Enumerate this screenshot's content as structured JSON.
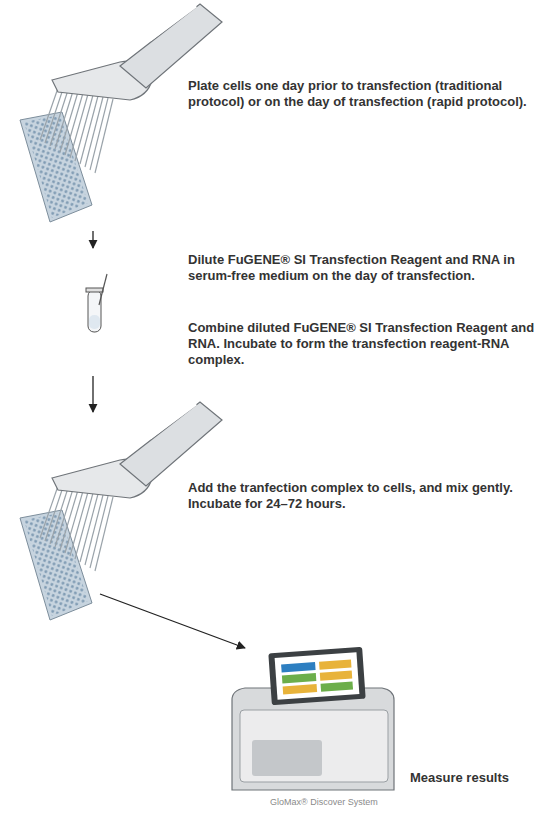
{
  "diagram": {
    "nodes": [
      {
        "text": [
          "Plate cells one day prior to transfection (traditional protocol) or on the day of transfection (rapid protocol)."
        ]
      },
      {
        "text": [
          "Dilute FuGENE® SI Transfection Reagent and RNA in serum-free medium on the day of transfection.",
          "Combine diluted FuGENE® SI Transfection Reagent and RNA. Incubate to form the transfection reagent-RNA complex."
        ]
      },
      {
        "text": [
          "Add the tranfection complex to cells, and mix gently. Incubate for 24–72 hours."
        ]
      },
      {
        "text": [
          "Measure results"
        ]
      }
    ],
    "edges": [
      {
        "from": 0,
        "to": 1,
        "arrow": "to"
      },
      {
        "from": 1,
        "to": 2,
        "arrow": "to"
      },
      {
        "from": 2,
        "to": 3,
        "arrow": "to"
      }
    ],
    "labels": [
      "GloMax® Discover System"
    ]
  }
}
